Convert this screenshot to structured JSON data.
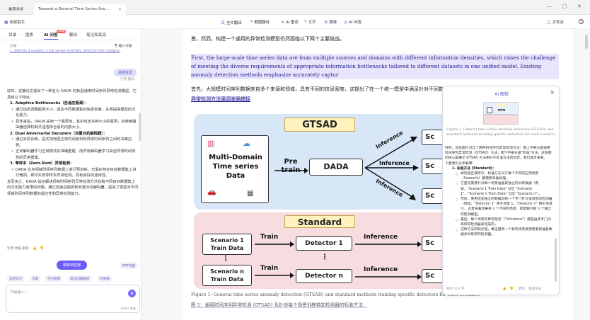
{
  "tabs": {
    "home": "推荐学术",
    "doc": "Towards a General Time Series Anomaly De...",
    "close": "×"
  },
  "window": {
    "min": "—",
    "restore": "▢",
    "close": "✕"
  },
  "toolbar": {
    "left_label": "阅读助手",
    "full_translate": "全文翻译",
    "screenshot_translate": "截图翻译",
    "ai_reading": "AI 重读",
    "text": "文字",
    "notes": "摘录",
    "ai_qa": "AI 问答",
    "file_mode": "文件夹"
  },
  "panel_tabs": {
    "toc": "目录",
    "figures": "图表",
    "ai_qa": "AI 问答",
    "badge": "new",
    "translate": "翻译",
    "notes": "笔记和高亮"
  },
  "reference": {
    "label": "文献",
    "insert": "插入文献",
    "title": "1.Towards a General Time Series Anomaly Detector with Adaptive Bottl..."
  },
  "chat": {
    "question_bubble": "总结论文",
    "q_links": "引用  删除",
    "answer_lines": [
      {
        "t": "好的，这篇论文提出了一种名为 DADA 的新型通用时间序列异常检测模型。它具有以下特点：",
        "c": ""
      },
      {
        "t": "1. Adaptive Bottlenecks（自适应瓶颈）：",
        "c": "bold"
      },
      {
        "t": "通过动态调整瓶颈大小，适应不同数据集的信息密度，从而提高模型的泛化能力。",
        "c": "indent2"
      },
      {
        "t": "具体来说，DADA 采用一个瓶颈池，其中包含多种大小的瓶颈，并使用路由器选择机制灵活选择合适的内部大小。",
        "c": "indent2"
      },
      {
        "t": "2. Dual Adversarial Decoders（双重对抗解码器）：",
        "c": "bold"
      },
      {
        "t": "通过对抗训练，显式地增强正常时间序列和异常时间序列之间的决策边界。",
        "c": "indent2"
      },
      {
        "t": "正常解码器学习正常模式的准确重建，而异常解码器学习来自异常时间序列的异常重建。",
        "c": "indent2"
      },
      {
        "t": "3. 零样本（Zero-Shot）异常检测：",
        "c": "bold"
      },
      {
        "t": "DADA 在多领域时间序列数据上进行预训练，无需在特定目标数据集上进行微调，即可实现零样本异常检测，具有良好的适用性。",
        "c": "indent2"
      },
      {
        "t": "总而言之，DADA 旨在解决现有时间序列异常检测方法在跨不同目标数据集上的泛化能力有限的问题，通过自适应瓶颈和双重对抗解码器，提高了模型对不同领域时间序列数据的适应性和异常检测能力。",
        "c": ""
      }
    ],
    "answer_links": "引用  举报  删除",
    "deep_read": "跳转到底部",
    "ppt": "PPT内容",
    "chips": [
      "总结论文",
      "大纲",
      "学习指南",
      "常见问题解答",
      "时间线"
    ],
    "input_placeholder": "开始输入...",
    "input_hint": "Enter 发送",
    "send_icon": "➤"
  },
  "doc": {
    "line_top": "景。然而，构建一个通用的异常检测模型仍然面临以下两个主要挑战。",
    "en_para": "First, the large-scale time series data are from multiple sources and domains with different information densities, which raises the challenge of meeting the diverse requirements of appropriate information bottlenecks tailored to different datasets in one unified model. Existing anomaly detection methods emphasize accurately captur",
    "zh_para_a": "首先，大规模时间序列数据来自多个来源和领域，具有不同的信息密度，这提出了在一个统一模型中满足针对不同数据集定制的适当信息瓶颈的各种需求的挑战。",
    "zh_para_hl": "现有的异常检测方法强调准确捕捉",
    "caption_en": "Figure 1: General time series anomaly detection (GTSAD) and standard methods training specific detectors for each scenario.",
    "caption_zh": "图 1：通用时间序列异常检测 (GTSAD) 及针对每个场景训练特定检测器的标准方法。"
  },
  "figure": {
    "top_title": "GTSAD",
    "bottom_title": "Standard",
    "multi_domain": "Multi-Domain Time series Data",
    "pre_train": "Pre train",
    "dada": "DADA",
    "inference": "Inference",
    "sc_cut": "Sc",
    "train": "Train",
    "sc1": "Scenario 1 Train Data",
    "scn": "Scenario n Train Data",
    "det1": "Detector 1",
    "detn": "Detector n",
    "dots": "⋮"
  },
  "popup": {
    "title": "AI 解释",
    "close": "×",
    "fig_caption": "Figure 1: General time series anomaly detection (GTSAD) and standard methods training specific detectors for each scenario.",
    "lines": [
      {
        "t": "好的，这张图片对比了两种时间序列异常检测方法：图上半部分是通用时间序列异常检测（GTSAD）方法，图下半部分是\"标准\"方法。这张图的核心是展示 GTSAD 方法相对于标准方法的优势。我们逐步来看。",
        "c": ""
      },
      {
        "t": "下面我们分步解释：",
        "c": ""
      },
      {
        "t": "1. 标准方法 (Standard)：",
        "c": "pl1"
      },
      {
        "t": "如同色区域所示，标准方法对于每个不同的应用场景（Scenario）都需要单独处理。",
        "c": "pl2"
      },
      {
        "t": "它首先需要针对每个场景准备其独立的训练数据（例如，\"Scenario 1 Train Data\" 对应 \"Scenario 1\"，\"Scenario n Train Data\" 对应 \"Scenario n\"）。",
        "c": "pl2"
      },
      {
        "t": "然后，使用这些独立的数据训练一个专门针对该场景的检测器（例如，\"Detector 1\" 用于场景 1，\"Detector n\" 用于场景 n）。这意味着如果有 n 个不同的场景，就需要训练 n 个独立的检测模型。",
        "c": "pl2"
      },
      {
        "t": "最后，每个场景的异常检测（\"Inference\"）都是由其专门训练好的检测器来完成的。",
        "c": "pl2"
      },
      {
        "t": "这种方法的缺点是，每当遇到一个新的场景就需要重新准备数据并训练新的检测器。",
        "c": "pl2"
      }
    ],
    "word_count": "共约 323 字",
    "like_icon": "👍",
    "dislike_icon": "👎",
    "copy_label": "复制",
    "regen_label": "重新生成"
  }
}
